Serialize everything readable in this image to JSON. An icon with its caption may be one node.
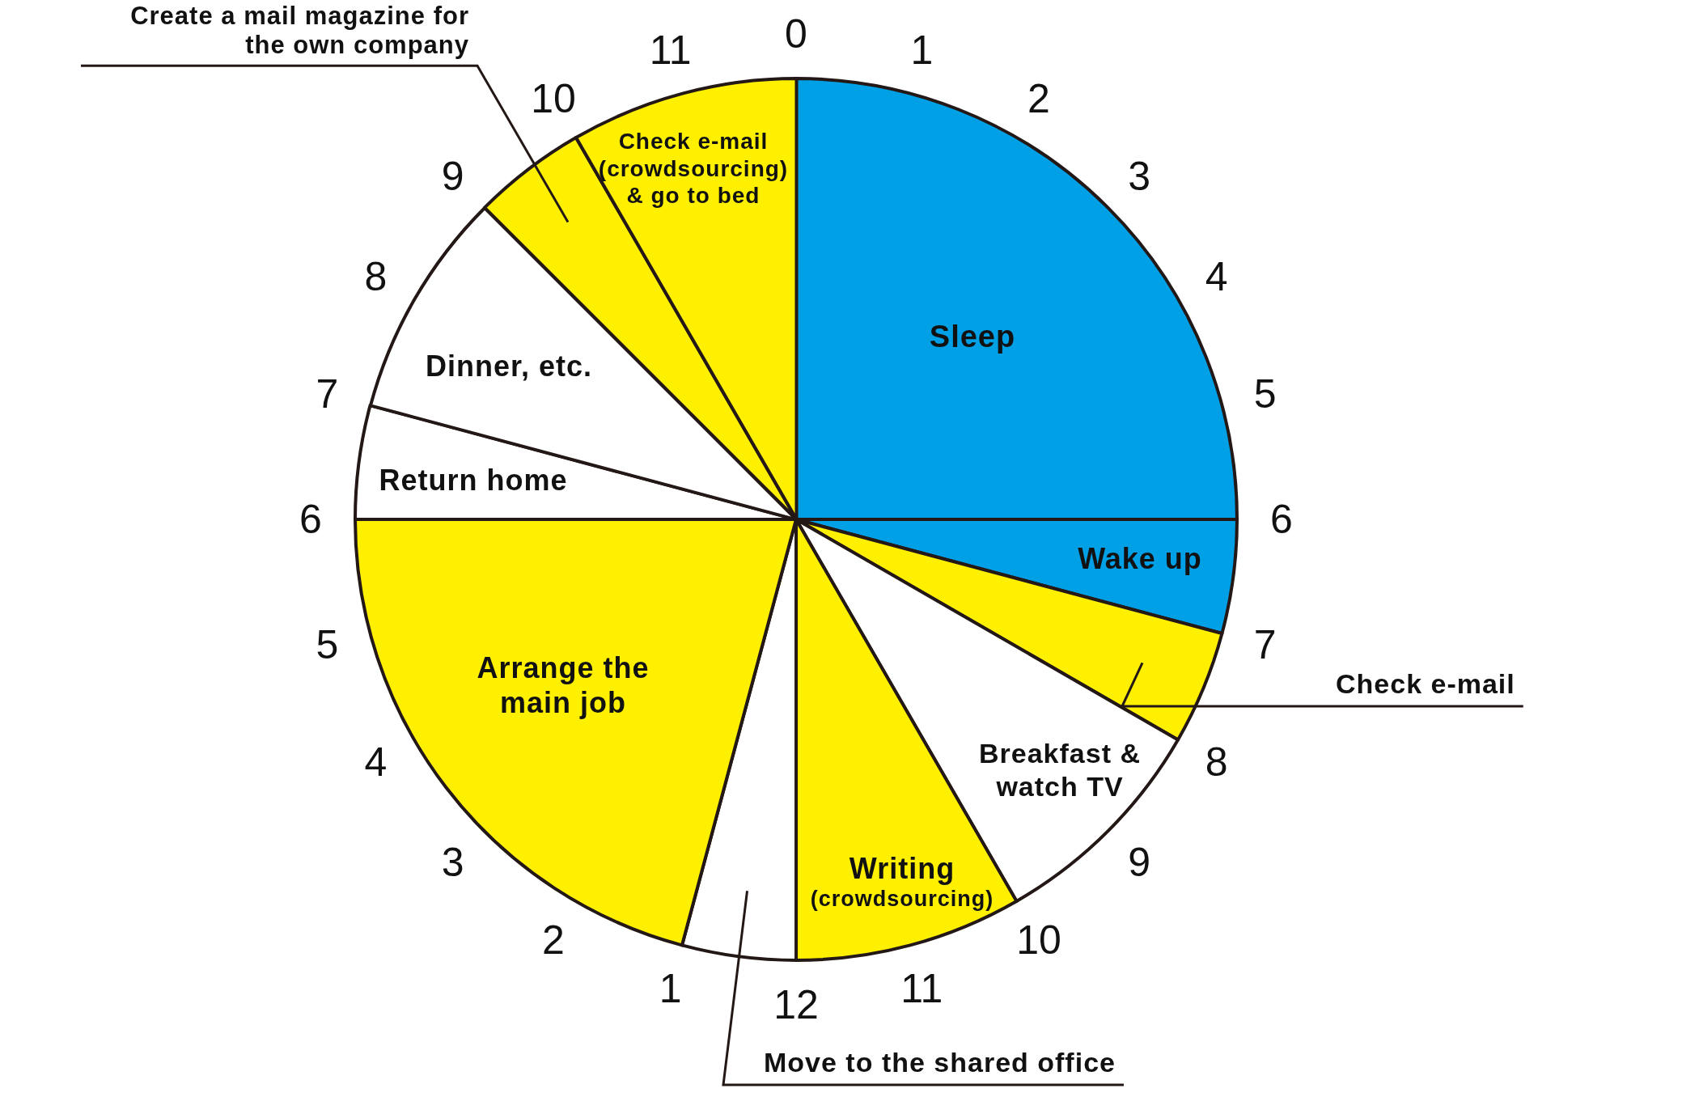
{
  "diagram": {
    "nodes": [
      {
        "text": [
          "Sleep"
        ]
      },
      {
        "text": [
          "Wake up"
        ]
      },
      {
        "text": [],
        "shape": "sector"
      },
      {
        "text": [
          "Breakfast & watch TV"
        ]
      },
      {
        "text": [
          "Writing",
          "(crowdsourcing)"
        ]
      },
      {
        "text": [],
        "shape": "sector"
      },
      {
        "text": [
          "Arrange the main job"
        ]
      },
      {
        "text": [
          "Return home"
        ]
      },
      {
        "text": [
          "Dinner, etc."
        ]
      },
      {
        "text": [],
        "shape": "sector"
      },
      {
        "text": [
          "Check e-mail (crowdsourcing) & go to bed"
        ]
      },
      {
        "text": [
          "Create a mail magazine for the own company"
        ]
      },
      {
        "text": [
          "Check e-mail"
        ]
      },
      {
        "text": [
          "Move to the shared office"
        ]
      }
    ],
    "edges": [
      {
        "from": 11,
        "to": 9,
        "arrow": "none"
      },
      {
        "from": 12,
        "to": 2,
        "arrow": "none"
      },
      {
        "from": 13,
        "to": 5,
        "arrow": "none"
      }
    ],
    "labels": [
      "0",
      "1",
      "2",
      "3",
      "4",
      "5",
      "6",
      "7",
      "8",
      "9",
      "10",
      "11",
      "12",
      "1",
      "2",
      "3",
      "4",
      "5",
      "6",
      "7",
      "8",
      "9",
      "10",
      "11"
    ]
  }
}
